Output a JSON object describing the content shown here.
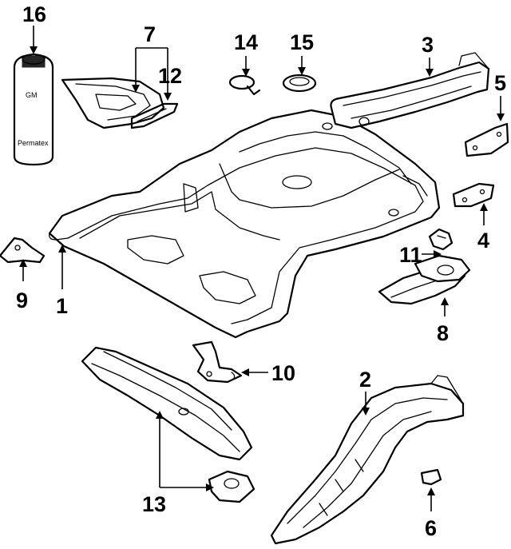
{
  "callouts": [
    {
      "id": "1",
      "label": "1"
    },
    {
      "id": "2",
      "label": "2"
    },
    {
      "id": "3",
      "label": "3"
    },
    {
      "id": "4",
      "label": "4"
    },
    {
      "id": "5",
      "label": "5"
    },
    {
      "id": "6",
      "label": "6"
    },
    {
      "id": "7",
      "label": "7"
    },
    {
      "id": "8",
      "label": "8"
    },
    {
      "id": "9",
      "label": "9"
    },
    {
      "id": "10",
      "label": "10"
    },
    {
      "id": "11",
      "label": "11"
    },
    {
      "id": "12",
      "label": "12"
    },
    {
      "id": "13",
      "label": "13"
    },
    {
      "id": "14",
      "label": "14"
    },
    {
      "id": "15",
      "label": "15"
    },
    {
      "id": "16",
      "label": "16"
    }
  ],
  "sealant_can": {
    "logo_text": "GM",
    "brand_text": "Permatex"
  },
  "colors": {
    "line": "#000000",
    "background": "#ffffff"
  }
}
